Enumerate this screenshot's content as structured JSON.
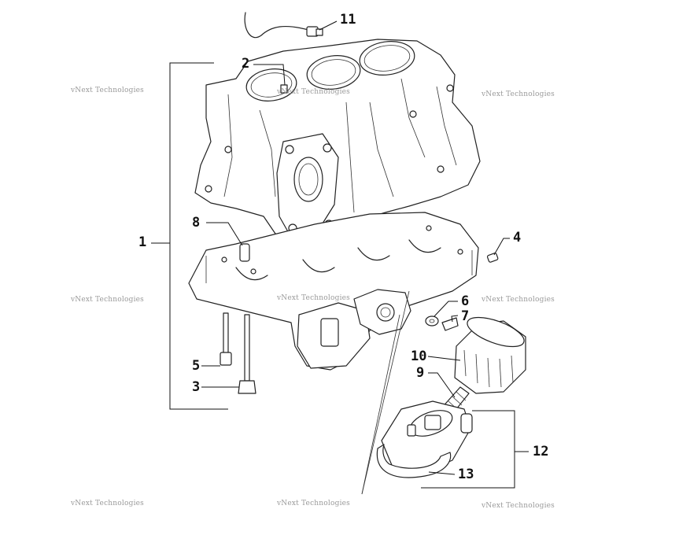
{
  "watermark": {
    "text": "vNext Technologies"
  },
  "callouts": [
    {
      "id": "1",
      "label": "1"
    },
    {
      "id": "2",
      "label": "2"
    },
    {
      "id": "3",
      "label": "3"
    },
    {
      "id": "4",
      "label": "4"
    },
    {
      "id": "5",
      "label": "5"
    },
    {
      "id": "6",
      "label": "6"
    },
    {
      "id": "7",
      "label": "7"
    },
    {
      "id": "8",
      "label": "8"
    },
    {
      "id": "9",
      "label": "9"
    },
    {
      "id": "10",
      "label": "10"
    },
    {
      "id": "11",
      "label": "11"
    },
    {
      "id": "12",
      "label": "12"
    },
    {
      "id": "13",
      "label": "13"
    }
  ],
  "colors": {
    "line": "#222222",
    "background": "#ffffff",
    "watermark": "#9a9a9a"
  }
}
